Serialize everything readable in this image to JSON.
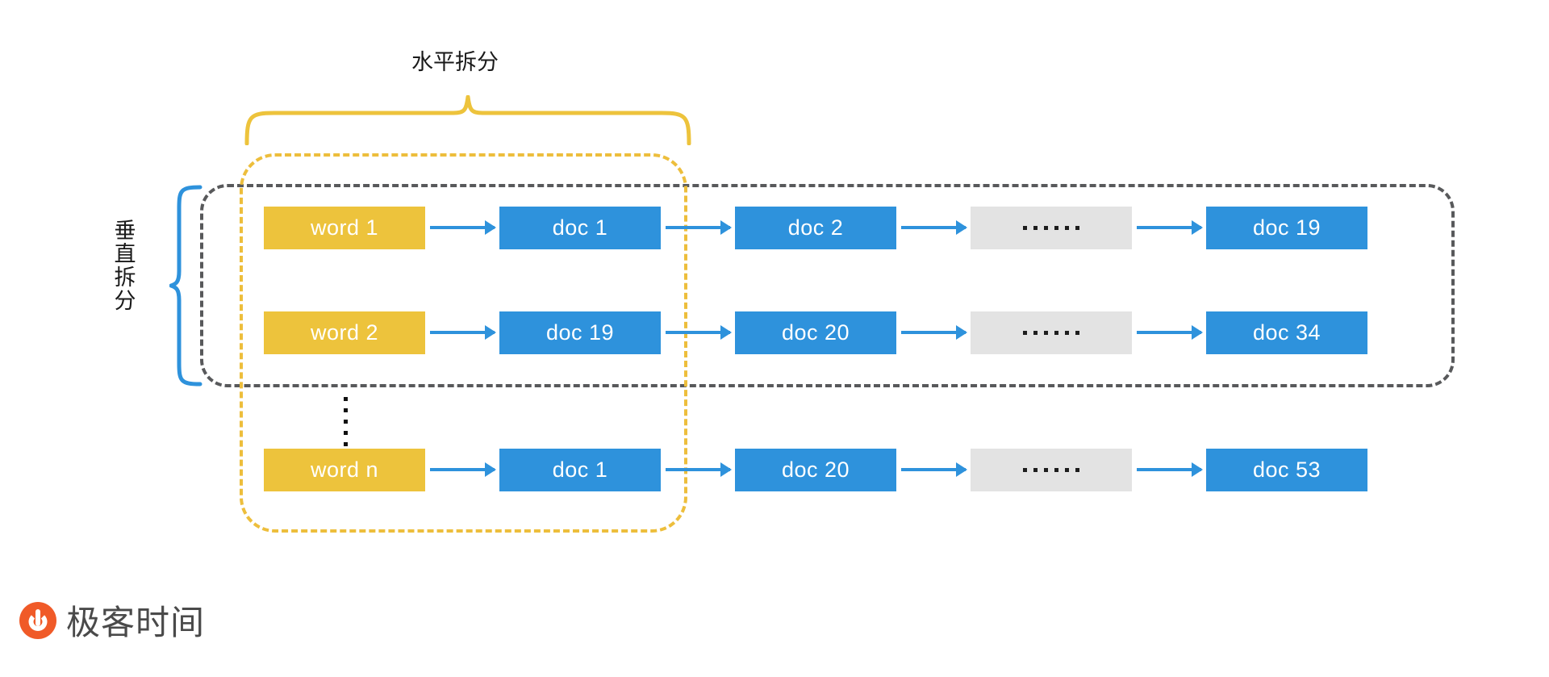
{
  "diagram": {
    "top_label": "水平拆分",
    "left_label": "垂直拆分",
    "columns": [
      "word",
      "doc",
      "doc",
      "filler",
      "doc"
    ],
    "ellipsis_text": "......",
    "rows": [
      {
        "id": "row-1",
        "word": "word 1",
        "docs": [
          "doc 1",
          "doc 2",
          "......",
          "doc 19"
        ]
      },
      {
        "id": "row-2",
        "word": "word 2",
        "docs": [
          "doc 19",
          "doc 20",
          "......",
          "doc 34"
        ]
      },
      {
        "id": "row-n",
        "word": "word n",
        "docs": [
          "doc 1",
          "doc 20",
          "......",
          "doc 53"
        ]
      }
    ],
    "regions": {
      "horizontal_split_label": "水平拆分",
      "vertical_split_label": "垂直拆分"
    },
    "colors": {
      "word_box": "#EDC33C",
      "doc_box": "#2E92DC",
      "filler_box": "#E3E3E3",
      "arrow": "#2E92DC",
      "dashed_gray": "#58595B",
      "dashed_yellow": "#EDBE3C",
      "brace_yellow": "#EDC33C",
      "brace_blue": "#2E92DC",
      "text_dark": "#1a1a1a",
      "logo_orange": "#F05A28"
    }
  },
  "logo": {
    "text": "极客时间"
  }
}
